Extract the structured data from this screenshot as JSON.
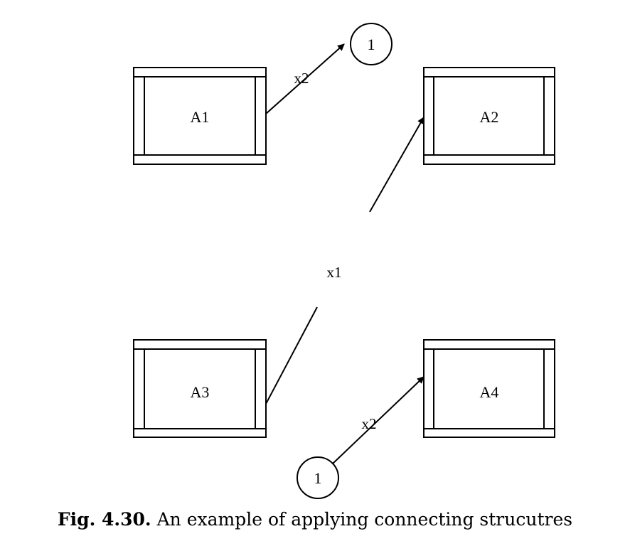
{
  "figure": {
    "boxes": [
      {
        "id": "a1",
        "label": "A1"
      },
      {
        "id": "a2",
        "label": "A2"
      },
      {
        "id": "a3",
        "label": "A3"
      },
      {
        "id": "a4",
        "label": "A4"
      }
    ],
    "connector_labels": {
      "top": "x2",
      "middle": "x1",
      "bottom": "x2"
    },
    "connector_circles": {
      "top": "1",
      "bottom": "1"
    }
  },
  "caption": {
    "number": "Fig. 4.30.",
    "text": "An example of applying connecting strucutres"
  }
}
